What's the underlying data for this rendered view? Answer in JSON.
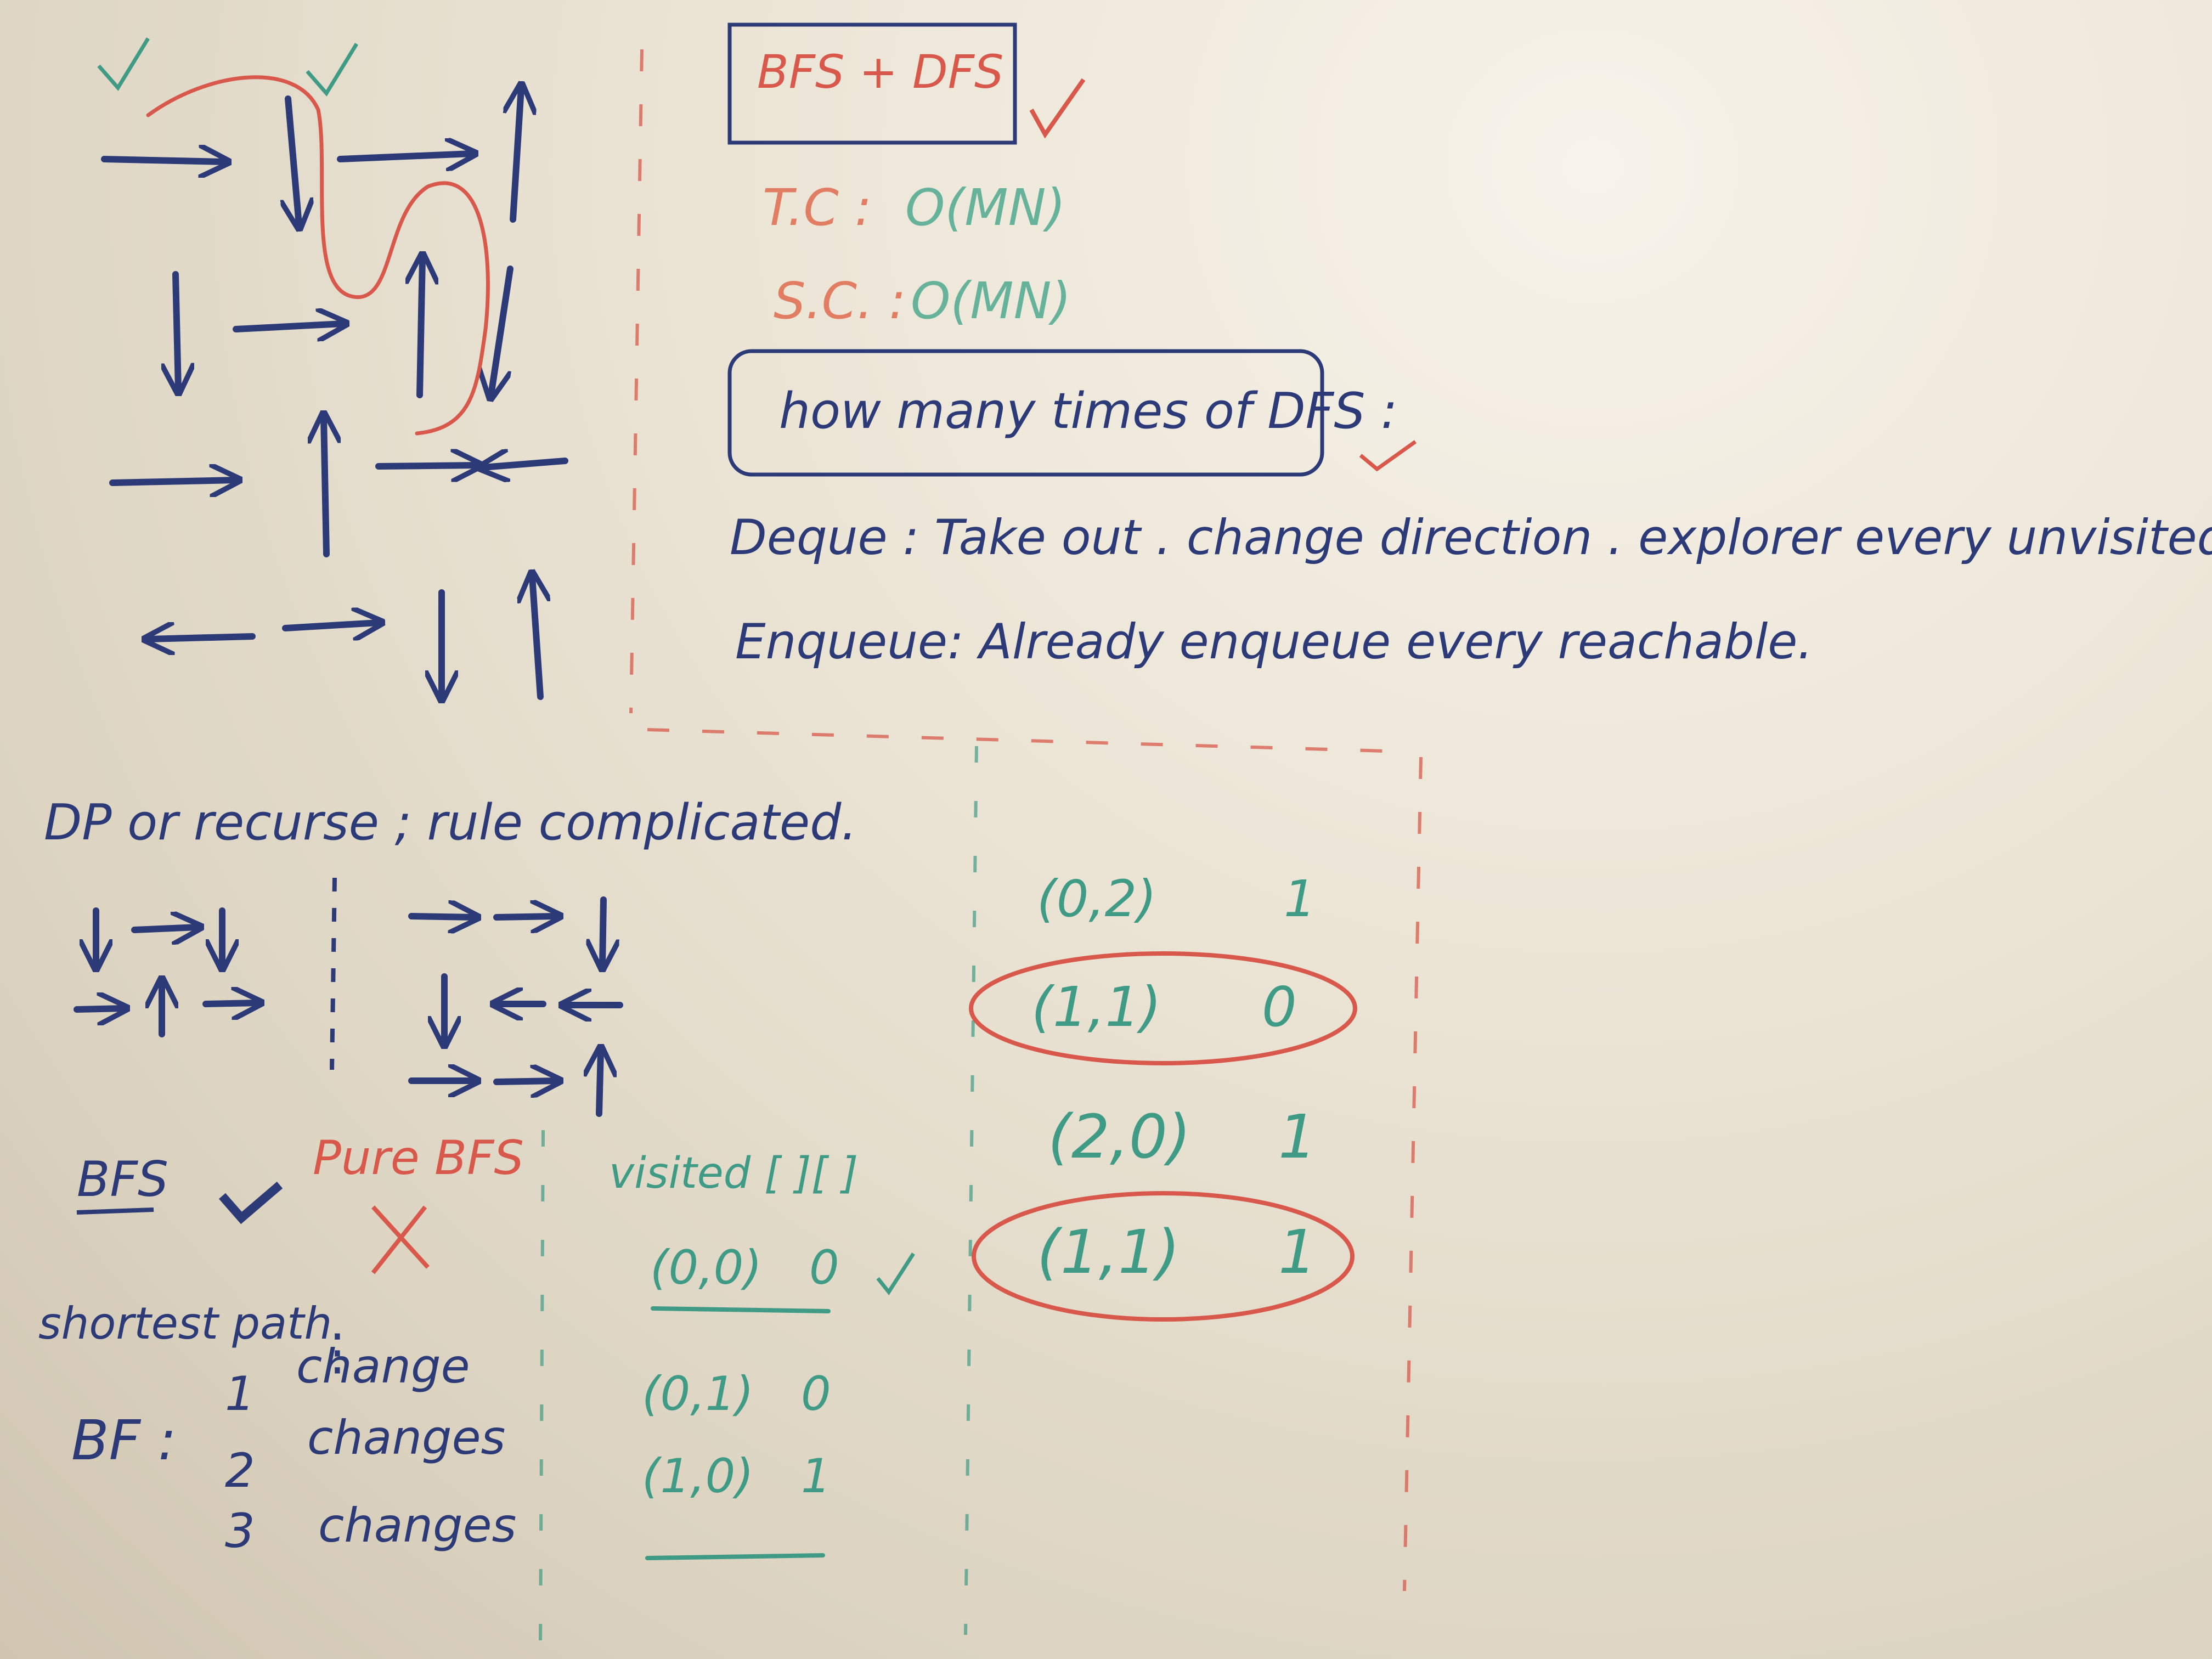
{
  "board": {
    "algorithm_box": "BFS + DFS",
    "time_complexity": {
      "label": "T.C :",
      "value": "O(MN)"
    },
    "space_complexity": {
      "label": "S.C. :",
      "value": "O(MN)"
    },
    "dfs_box": "how many times of DFS :",
    "deque_line": "Deque : Take out . change direction . explorer every unvisited neighbor",
    "enqueue_line": "Enqueue: Already enqueue every reachable.",
    "dp_line": "DP or recurse ; rule complicated.",
    "bfs_label": "BFS",
    "pure_bfs_label": "Pure BFS",
    "visited_label": "visited [ ][ ]",
    "shortest_path": "shortest path",
    "bf_label": "BF :",
    "changes": [
      {
        "num": "1",
        "text": "change"
      },
      {
        "num": "2",
        "text": "changes"
      },
      {
        "num": "3",
        "text": "changes"
      }
    ],
    "visited_rows": [
      {
        "coord": "(0,0)",
        "val": "0"
      },
      {
        "coord": "(0,1)",
        "val": "0"
      },
      {
        "coord": "(1,0)",
        "val": "1"
      }
    ],
    "queue_rows": [
      {
        "coord": "(0,2)",
        "val": "1"
      },
      {
        "coord": "(1,1)",
        "val": "0"
      },
      {
        "coord": "(2,0)",
        "val": "1"
      },
      {
        "coord": "(1,1)",
        "val": "1"
      }
    ]
  },
  "colors": {
    "blue_ink": "#2c3a78",
    "red_ink": "#d8594b",
    "green_ink": "#3f9b86",
    "board": "#ece5d6"
  }
}
